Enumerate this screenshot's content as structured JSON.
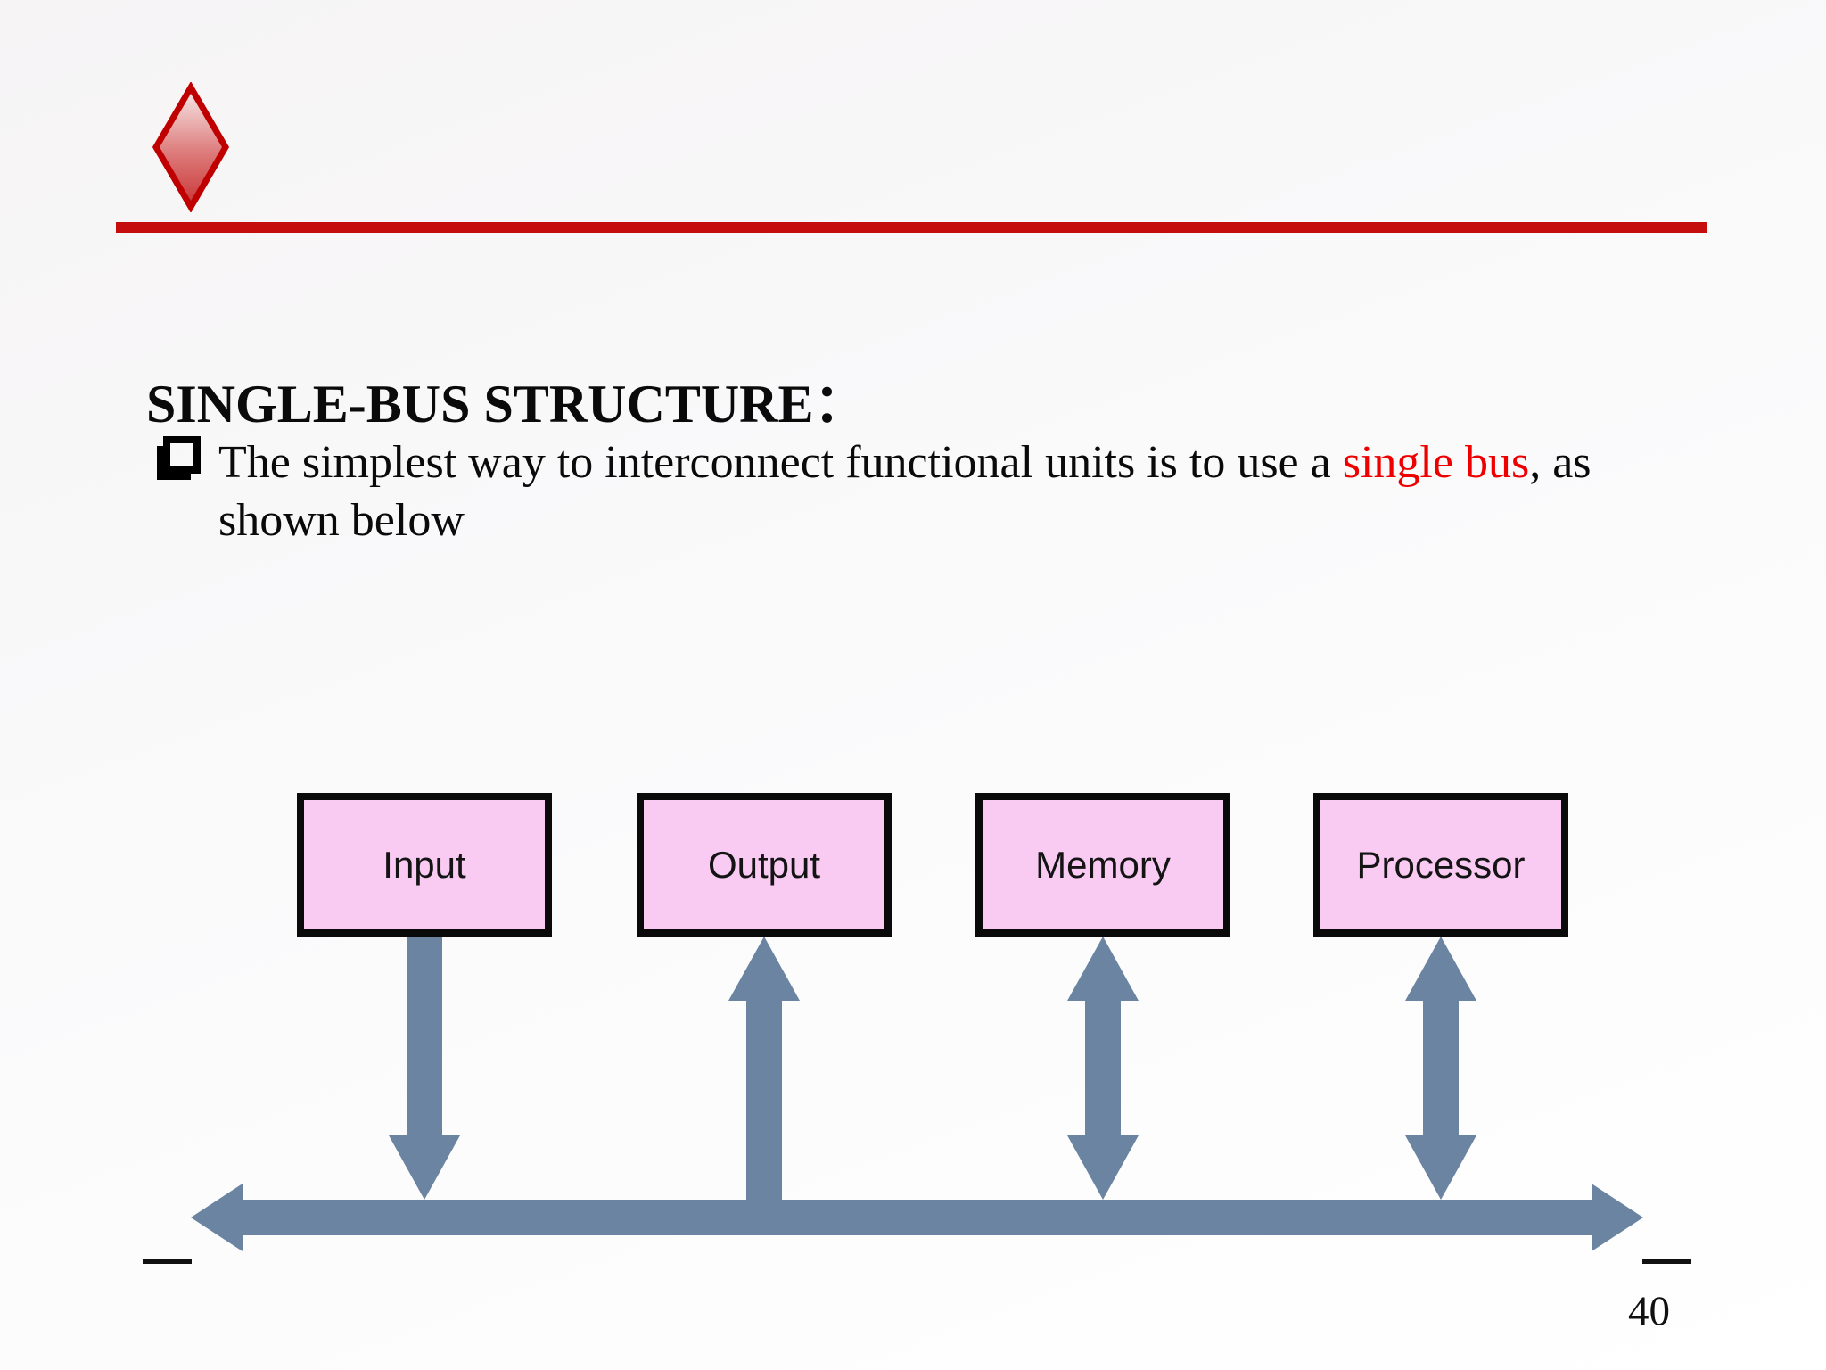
{
  "slide": {
    "title": "SINGLE-BUS STRUCTURE：",
    "bullet": {
      "before": "The simplest way to interconnect functional units is to use a ",
      "highlight": "single bus",
      "after": ", as shown below"
    },
    "page_number": "40",
    "icons": {
      "header_bullet": "diamond-icon",
      "list_bullet": "checkbox-square-icon"
    },
    "colors": {
      "rule_red": "#C50D0D",
      "highlight_red": "#EE0000",
      "box_fill_pink": "#F9CBF3",
      "box_border": "#0A0A0A",
      "bus_slate_blue": "#6B84A1",
      "diamond_red": "#C00000"
    }
  },
  "diagram": {
    "boxes": [
      {
        "label": "Input"
      },
      {
        "label": "Output"
      },
      {
        "label": "Memory"
      },
      {
        "label": "Processor"
      }
    ],
    "connections": [
      {
        "unit": "Input",
        "direction": "unit-to-bus"
      },
      {
        "unit": "Output",
        "direction": "bus-to-unit"
      },
      {
        "unit": "Memory",
        "direction": "bidirectional"
      },
      {
        "unit": "Processor",
        "direction": "bidirectional"
      }
    ],
    "bus": {
      "type": "single bus",
      "bidirectional": true
    }
  }
}
